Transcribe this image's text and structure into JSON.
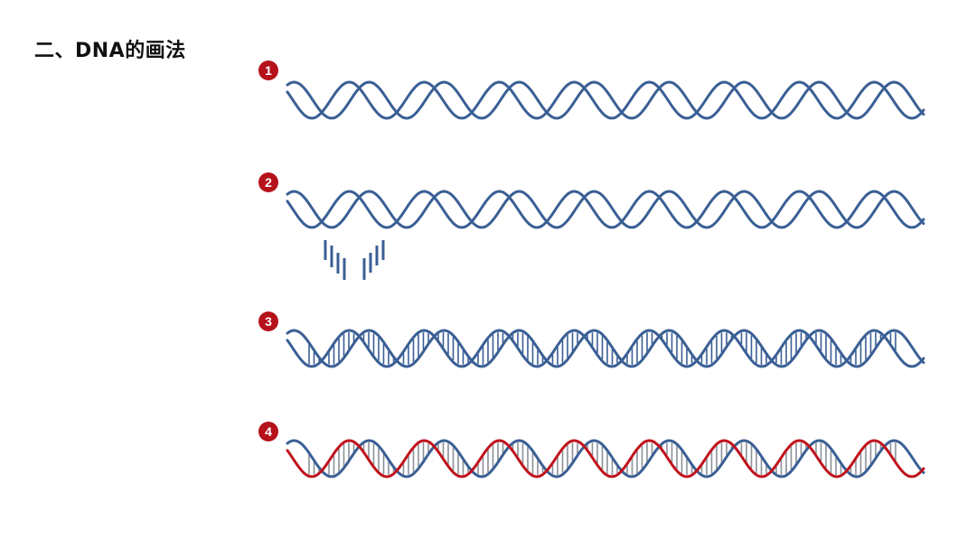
{
  "title": "二、DNA的画法",
  "colors": {
    "strand_blue": "#3a5f94",
    "strand_red": "#c0121c",
    "rung": "#8a8f99",
    "badge": "#b5121b"
  },
  "steps": [
    {
      "label": "1",
      "description": "two-intertwined-strands"
    },
    {
      "label": "2",
      "description": "two-intertwined-strands-with-rung-fragments"
    },
    {
      "label": "3",
      "description": "strands-with-base-pair-rungs"
    },
    {
      "label": "4",
      "description": "one-strand-recolored-red"
    }
  ]
}
